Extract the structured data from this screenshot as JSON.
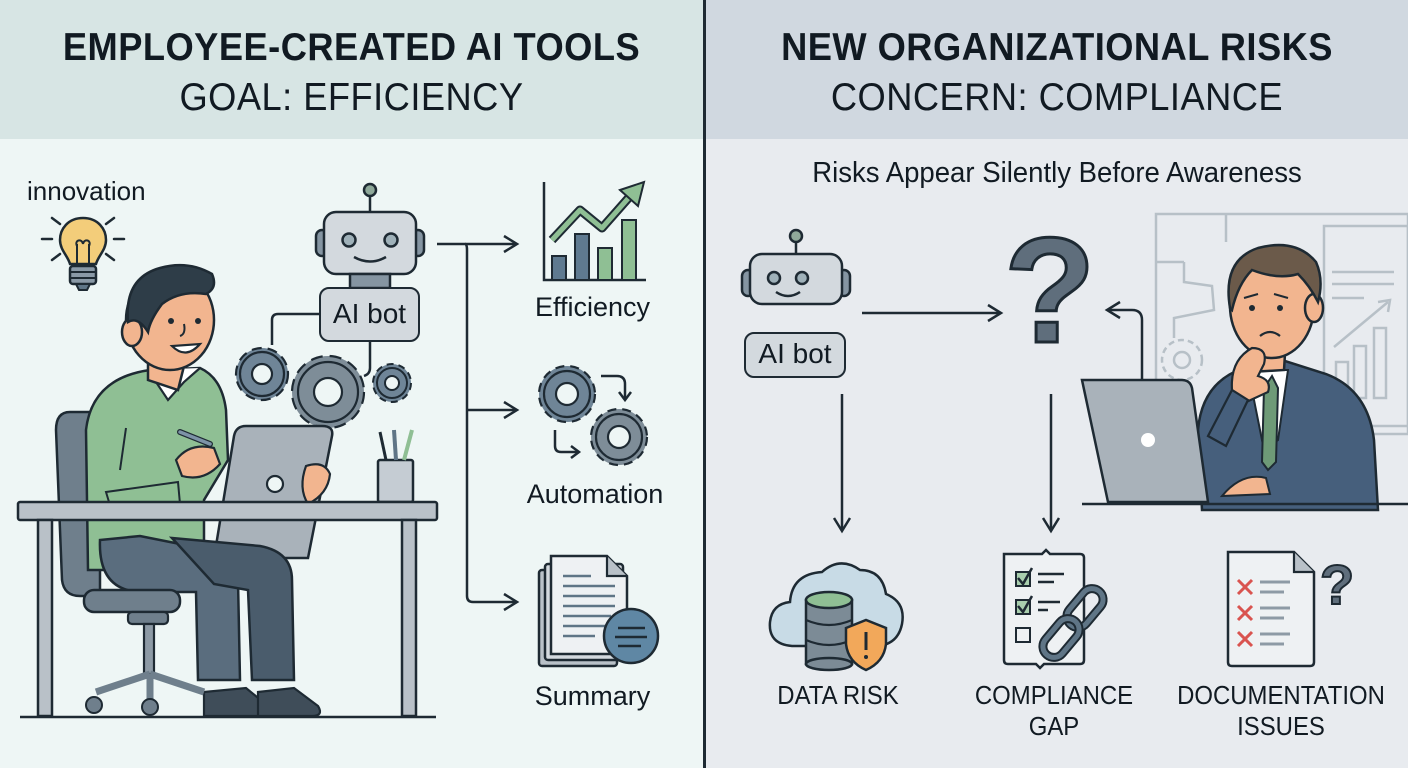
{
  "left_panel": {
    "title": "EMPLOYEE-CREATED AI TOOLS",
    "subtitle": "GOAL: EFFICIENCY",
    "innovation_label": "innovation",
    "bot_label": "AI bot",
    "outputs": [
      {
        "label": "Efficiency",
        "icon": "bar-chart-up-icon"
      },
      {
        "label": "Automation",
        "icon": "gears-cycle-icon"
      },
      {
        "label": "Summary",
        "icon": "document-summary-icon"
      }
    ]
  },
  "right_panel": {
    "title": "NEW ORGANIZATIONAL RISKS",
    "subtitle": "CONCERN: COMPLIANCE",
    "tagline": "Risks Appear Silently Before Awareness",
    "bot_label": "AI bot",
    "risks": [
      {
        "line1": "DATA RISK",
        "line2": "",
        "icon": "cloud-database-warning-icon"
      },
      {
        "line1": "COMPLIANCE",
        "line2": "GAP",
        "icon": "checklist-broken-link-icon"
      },
      {
        "line1": "DOCUMENTATION",
        "line2": "ISSUES",
        "icon": "document-errors-question-icon"
      }
    ]
  },
  "colors": {
    "left_bg": "#eef6f5",
    "left_header": "#d7e5e4",
    "right_bg": "#e8ebef",
    "right_header": "#d0d8e0",
    "ink": "#1e2a33",
    "green": "#8fbf94",
    "slate": "#5f7586",
    "bulb": "#f3cd7a",
    "warning": "#f2a85a",
    "error_red": "#d9534f"
  }
}
